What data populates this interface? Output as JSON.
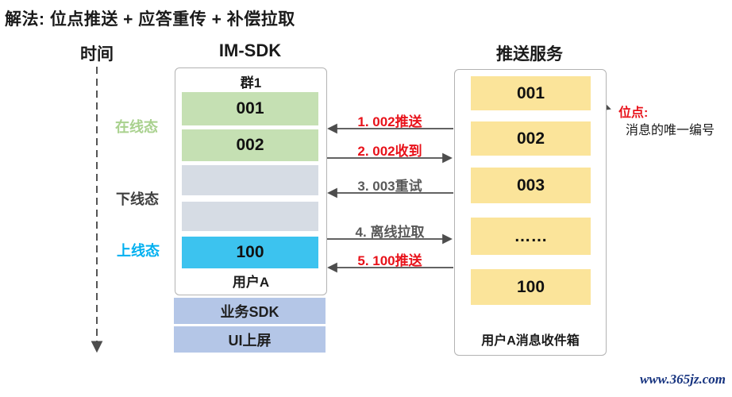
{
  "title": "解法: 位点推送 + 应答重传 + 补偿拉取",
  "headers": {
    "timeline": "时间",
    "imsdk": "IM-SDK",
    "push_service": "推送服务"
  },
  "states": [
    {
      "label": "在线态",
      "color": "#a9d18e"
    },
    {
      "label": "下线态",
      "color": "#3f3f3f"
    },
    {
      "label": "上线态",
      "color": "#00b0f0"
    }
  ],
  "imsdk": {
    "group_label": "群1",
    "rows": [
      {
        "label": "001",
        "type": "green"
      },
      {
        "label": "002",
        "type": "green"
      },
      {
        "label": "",
        "type": "gray"
      },
      {
        "label": "",
        "type": "gray"
      },
      {
        "label": "100",
        "type": "cyan"
      }
    ],
    "footer": "用户A"
  },
  "stack": [
    {
      "label": "业务SDK"
    },
    {
      "label": "UI上屏"
    }
  ],
  "arrows": [
    {
      "label": "1. 002推送",
      "direction": "left",
      "color": "red"
    },
    {
      "label": "2. 002收到",
      "direction": "right",
      "color": "red"
    },
    {
      "label": "3. 003重试",
      "direction": "left",
      "color": "gray"
    },
    {
      "label": "4. 离线拉取",
      "direction": "right",
      "color": "gray"
    },
    {
      "label": "5. 100推送",
      "direction": "left",
      "color": "red"
    }
  ],
  "push_service": {
    "rows": [
      "001",
      "002",
      "003",
      "……",
      "100"
    ],
    "footer": "用户A消息收件箱"
  },
  "annotation": {
    "term": "位点:",
    "definition": "消息的唯一编号"
  },
  "watermark": "www.365jz.com",
  "colors": {
    "row_green": "#c5e0b3",
    "row_gray": "#d6dce4",
    "row_cyan": "#3cc3ef",
    "row_yellow": "#fbe49a",
    "stack_blue": "#b4c6e7",
    "label_red": "#e8121a",
    "label_gray": "#595959",
    "state_online_green": "#a9d18e",
    "state_back_blue": "#00b0f0",
    "watermark_navy": "#16337f"
  }
}
